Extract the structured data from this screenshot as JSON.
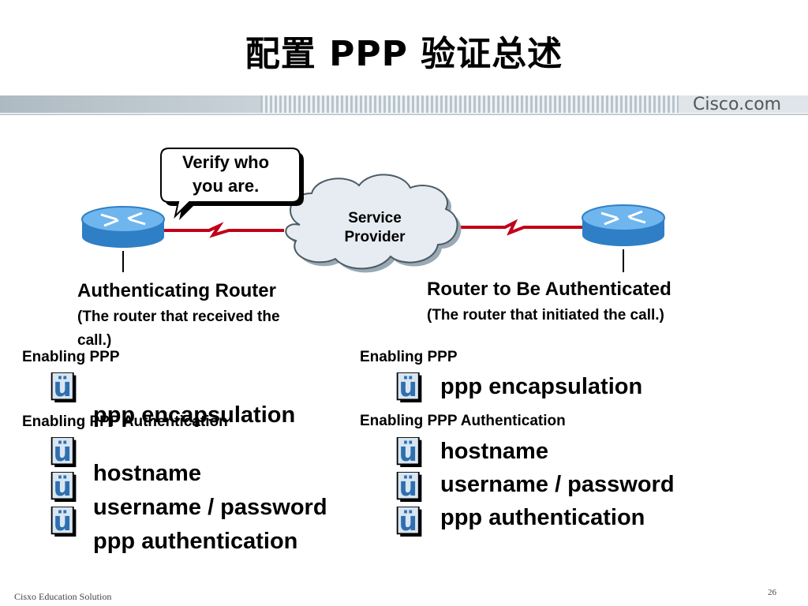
{
  "title": "配置 PPP 验证总述",
  "brand": "Cisco.com",
  "diagram": {
    "bubble": [
      "Verify who",
      "you are."
    ],
    "cloud": [
      "Service",
      "Provider"
    ],
    "left_router": {
      "title": "Authenticating Router",
      "subtitle": "(The router that received the",
      "subtitle2": "call.)"
    },
    "right_router": {
      "title": "Router to Be Authenticated",
      "subtitle": "(The router that initiated the call.)"
    }
  },
  "left": {
    "enable_ppp_label": "Enabling PPP",
    "enable_auth_label": "Enabling PPP Authentication",
    "cmd_encap": "ppp encapsulation",
    "cmd_hostname": "hostname",
    "cmd_userpass": "username / password",
    "cmd_auth": "ppp authentication"
  },
  "right": {
    "enable_ppp_label": "Enabling PPP",
    "enable_auth_label": "Enabling PPP Authentication",
    "cmd_encap": "ppp encapsulation",
    "cmd_hostname": "hostname",
    "cmd_userpass": "username / password",
    "cmd_auth": "ppp authentication"
  },
  "check_glyph": "ü",
  "footer": {
    "left": "Cisxo Education Solution",
    "page": "26"
  },
  "colors": {
    "router": "#3b8fd6",
    "link": "#d0021b",
    "check_bg": "#4a86c5"
  }
}
